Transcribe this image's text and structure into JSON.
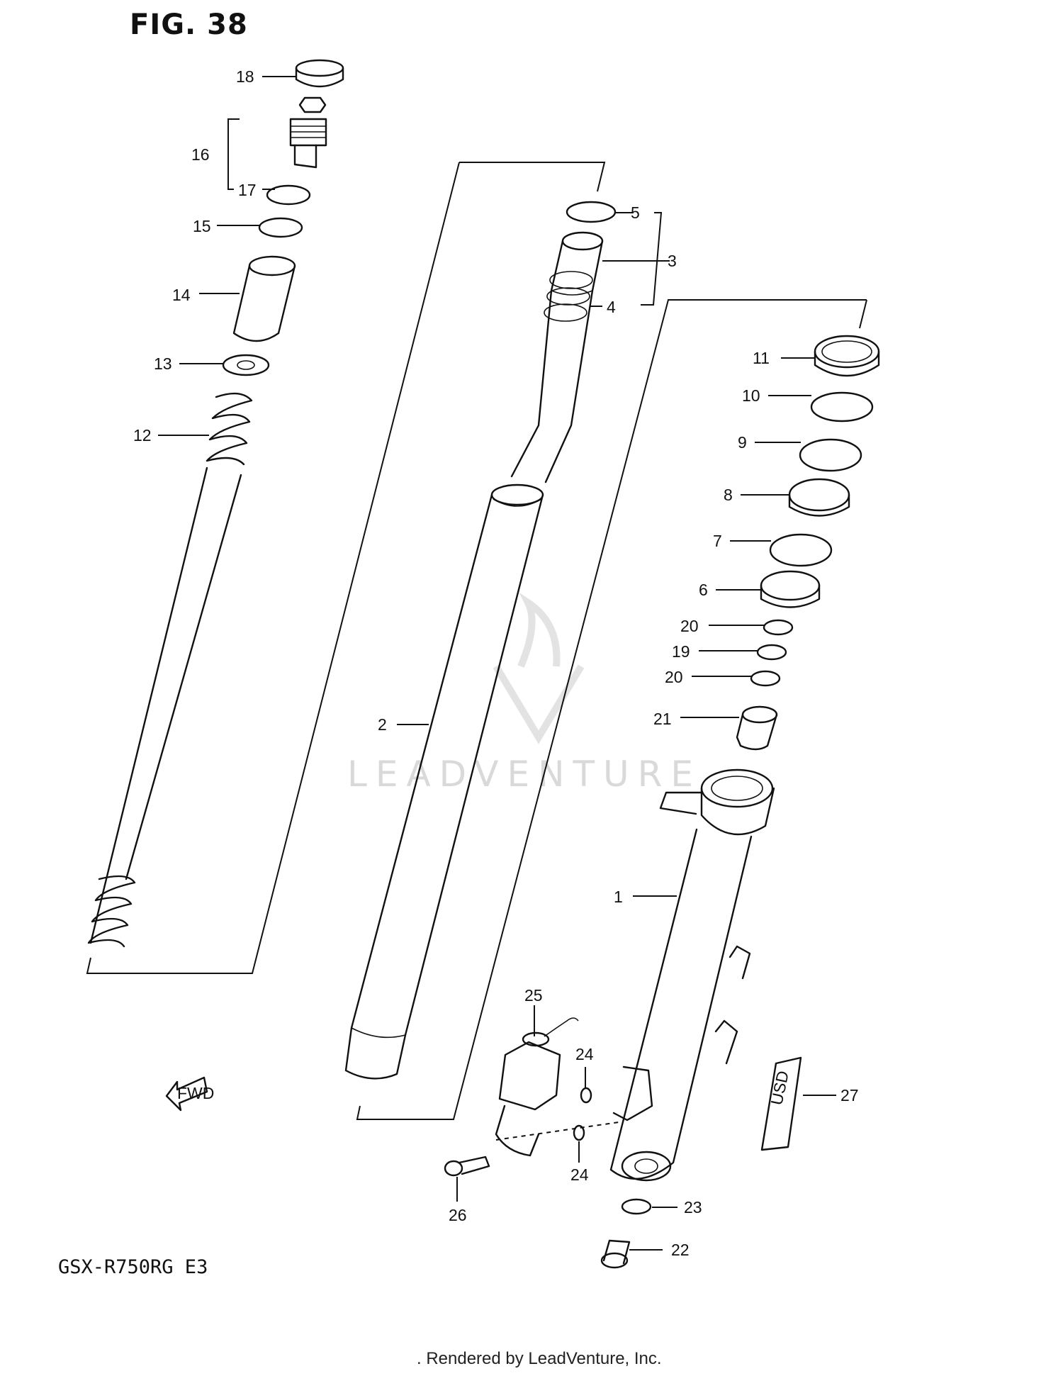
{
  "figure": {
    "title": "FIG. 38",
    "model": "GSX-R750RG  E3",
    "credit": ". Rendered by LeadVenture, Inc.",
    "watermark": "LEADVENTURE"
  },
  "fwd_label": "FWD",
  "emblem_text": "USD",
  "labels": [
    "18",
    "16",
    "17",
    "15",
    "14",
    "13",
    "12",
    "5",
    "3",
    "4",
    "11",
    "10",
    "9",
    "8",
    "7",
    "6",
    "20",
    "19",
    "20",
    "21",
    "2",
    "1",
    "25",
    "24",
    "24",
    "27",
    "26",
    "23",
    "22"
  ]
}
